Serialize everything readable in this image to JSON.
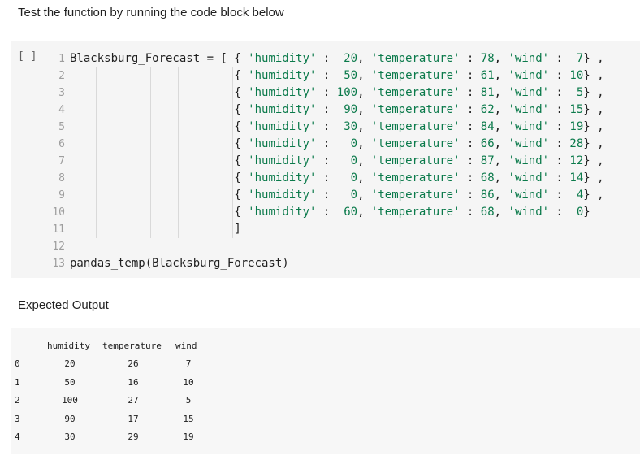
{
  "intro_text": "Test the function by running the code block below",
  "run_button": "[ ]",
  "code": {
    "line1_prefix": "Blacksburg_Forecast = [ ",
    "close_bracket": "]",
    "call_line": "pandas_temp(Blacksburg_Forecast)",
    "forecast": [
      {
        "humidity": "20",
        "temperature": "78",
        "wind": "7",
        "sep": " ,"
      },
      {
        "humidity": "50",
        "temperature": "61",
        "wind": "10",
        "sep": " ,"
      },
      {
        "humidity": "100",
        "temperature": "81",
        "wind": "5",
        "sep": " ,"
      },
      {
        "humidity": "90",
        "temperature": "62",
        "wind": "15",
        "sep": " ,"
      },
      {
        "humidity": "30",
        "temperature": "84",
        "wind": "19",
        "sep": " ,"
      },
      {
        "humidity": "0",
        "temperature": "66",
        "wind": "28",
        "sep": " ,"
      },
      {
        "humidity": "0",
        "temperature": "87",
        "wind": "12",
        "sep": " ,"
      },
      {
        "humidity": "0",
        "temperature": "68",
        "wind": "14",
        "sep": " ,"
      },
      {
        "humidity": "0",
        "temperature": "86",
        "wind": "4",
        "sep": " ,"
      },
      {
        "humidity": "60",
        "temperature": "68",
        "wind": "0",
        "sep": ""
      }
    ]
  },
  "line_numbers": [
    "1",
    "2",
    "3",
    "4",
    "5",
    "6",
    "7",
    "8",
    "9",
    "10",
    "11",
    "12",
    "13"
  ],
  "expected_heading": "Expected Output",
  "output": {
    "columns": [
      "humidity",
      "temperature",
      "wind"
    ],
    "rows": [
      {
        "index": "0",
        "humidity": "20",
        "temperature": "26",
        "wind": "7"
      },
      {
        "index": "1",
        "humidity": "50",
        "temperature": "16",
        "wind": "10"
      },
      {
        "index": "2",
        "humidity": "100",
        "temperature": "27",
        "wind": "5"
      },
      {
        "index": "3",
        "humidity": "90",
        "temperature": "17",
        "wind": "15"
      },
      {
        "index": "4",
        "humidity": "30",
        "temperature": "29",
        "wind": "19"
      }
    ]
  }
}
